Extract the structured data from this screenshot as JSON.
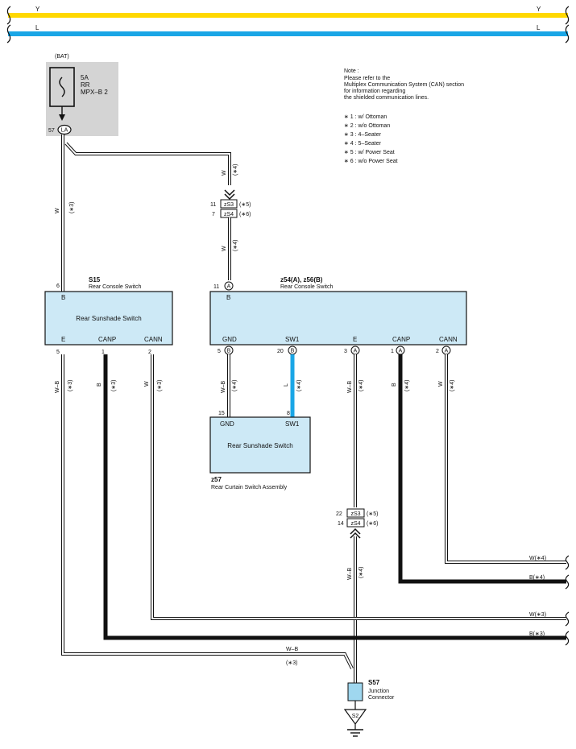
{
  "bus_lines": {
    "y_label": "Y",
    "l_label": "L",
    "y_color": "#ffd800",
    "l_color": "#1aa6e6"
  },
  "fuse": {
    "title": "(BAT)",
    "rating": "5A",
    "name_line1": "RR",
    "name_line2": "MPX–B 2",
    "pin": "57",
    "connector": "LA",
    "box_color": "#d4d4d4"
  },
  "note": {
    "title": "Note :",
    "lines": [
      "Please refer to the",
      "Multiplex Communication System (CAN) section",
      "for information regarding",
      "the shielded communication lines."
    ],
    "legend": [
      "∗ 1 : w/ Ottoman",
      "∗ 2 : w/o Ottoman",
      "∗ 3 : 4–Seater",
      "∗ 4 : 5–Seater",
      "∗ 5 : w/ Power Seat",
      "∗ 6 : w/o Power Seat"
    ]
  },
  "upper_splice": {
    "top": {
      "pin": "11",
      "connector": "zS3",
      "note": "(∗5)"
    },
    "bottom": {
      "pin": "7",
      "connector": "zS4",
      "note": "(∗6)"
    }
  },
  "lower_splice": {
    "top": {
      "pin": "22",
      "connector": "zS3",
      "note": "(∗5)"
    },
    "bottom": {
      "pin": "14",
      "connector": "zS4",
      "note": "(∗6)"
    }
  },
  "s15": {
    "code": "S15",
    "name": "Rear Console Switch",
    "b_pin": "6",
    "b_label": "B",
    "title": "Rear Sunshade Switch",
    "terminals": [
      {
        "label": "E",
        "pin": "5"
      },
      {
        "label": "CANP",
        "pin": "1"
      },
      {
        "label": "CANN",
        "pin": "2"
      }
    ]
  },
  "z54": {
    "code": "z54(A), z56(B)",
    "name": "Rear Console Switch",
    "b_pin": "11",
    "b_conn": "A",
    "b_label": "B",
    "terminals": [
      {
        "label": "GND",
        "pin": "5",
        "conn": "B"
      },
      {
        "label": "SW1",
        "pin": "20",
        "conn": "B"
      },
      {
        "label": "E",
        "pin": "3",
        "conn": "A"
      },
      {
        "label": "CANP",
        "pin": "1",
        "conn": "A"
      },
      {
        "label": "CANN",
        "pin": "2",
        "conn": "A"
      }
    ]
  },
  "z57": {
    "code": "z57",
    "name": "Rear Curtain Switch Assembly",
    "title": "Rear Sunshade Switch",
    "gnd_pin": "15",
    "gnd_label": "GND",
    "sw1_pin": "8",
    "sw1_label": "SW1"
  },
  "junction": {
    "code": "S57",
    "name_line1": "Junction",
    "name_line2": "Connector",
    "ground": "S2"
  },
  "wire_labels": {
    "w": "W",
    "b": "B",
    "l": "L",
    "wb": "W–B",
    "n3": "(∗3)",
    "n4": "(∗4)"
  },
  "right_exits": [
    {
      "label": "W(∗4)"
    },
    {
      "label": "B(∗4)"
    },
    {
      "label": "W(∗3)"
    },
    {
      "label": "B(∗3)"
    }
  ],
  "bottom_run": {
    "label": "W–B",
    "note": "(∗3)"
  },
  "colors": {
    "module_fill": "#cde9f6",
    "splice_fill": "#9fd7ef",
    "sw1_wire": "#1aa6e6",
    "bus_wire": "#111111"
  }
}
